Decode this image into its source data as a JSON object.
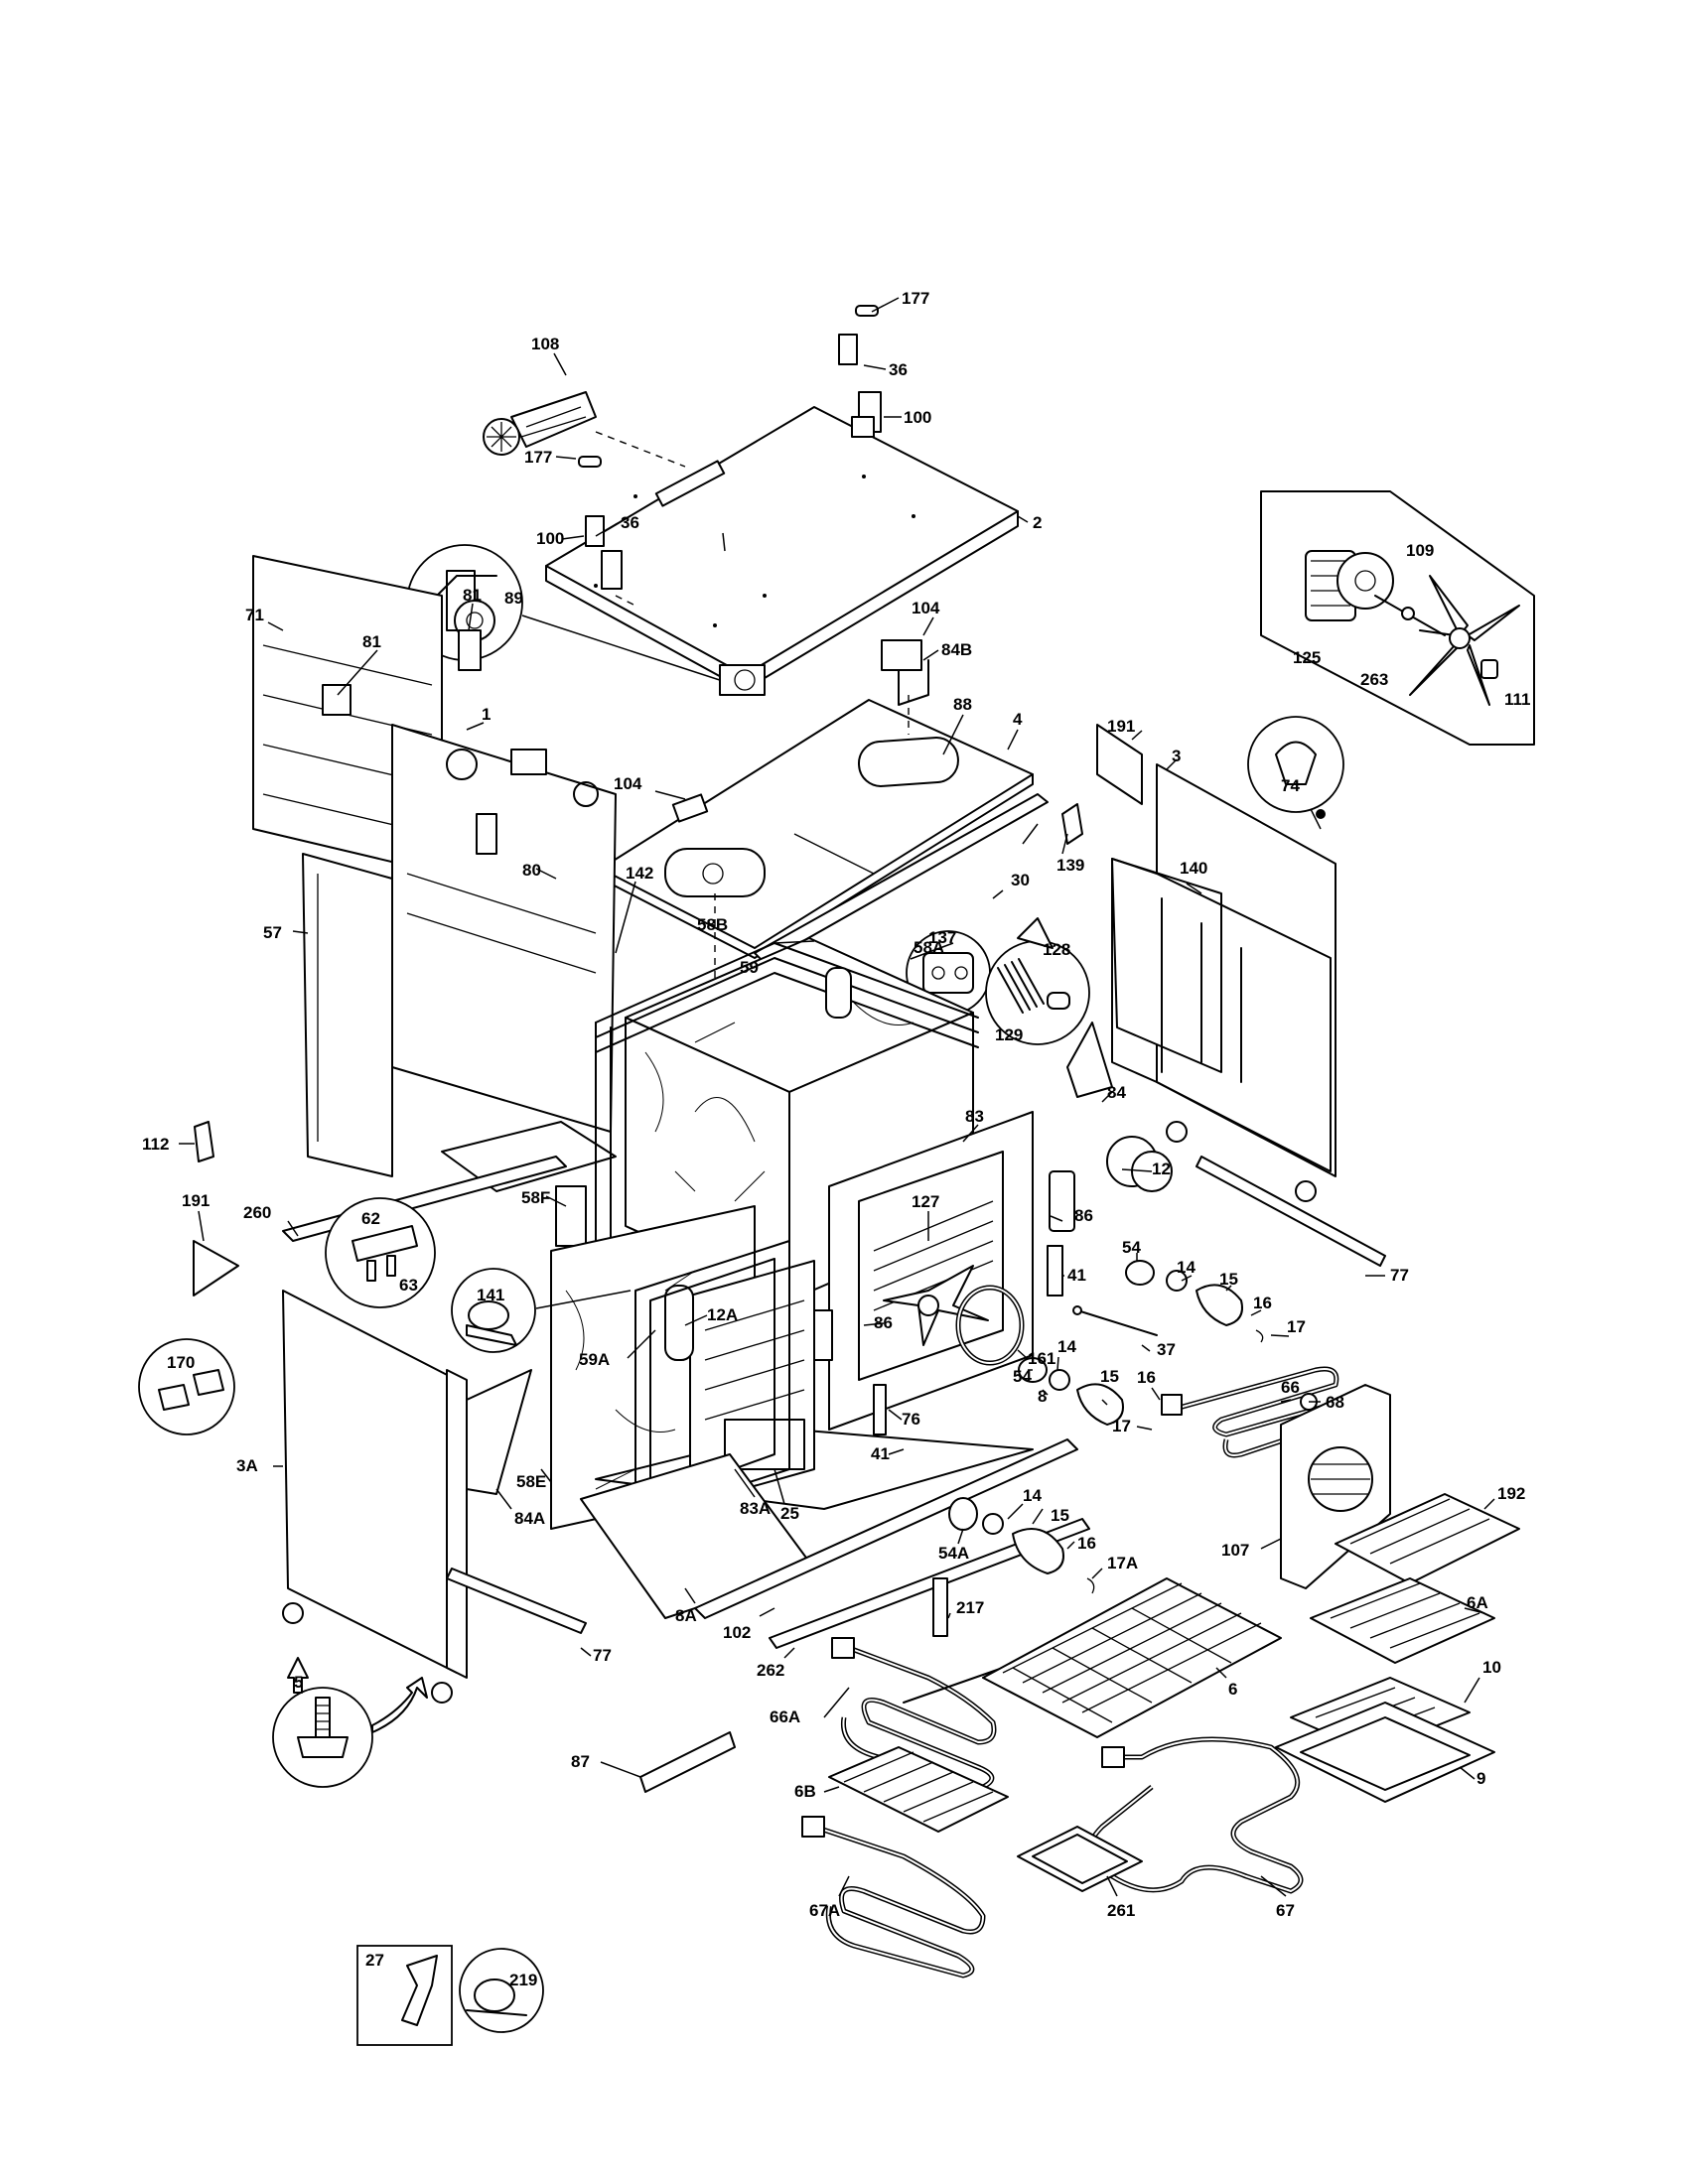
{
  "diagram": {
    "labels": {
      "p177_top": "177",
      "p36_top": "36",
      "p100_top": "100",
      "p108": "108",
      "p177_left": "177",
      "p100_left": "100",
      "p36_left": "36",
      "p2": "2",
      "p89": "89",
      "p104_top": "104",
      "p84B": "84B",
      "p125": "125",
      "p263": "263",
      "p109": "109",
      "p111": "111",
      "p88": "88",
      "p4": "4",
      "p104_left": "104",
      "p191_top": "191",
      "p3": "3",
      "p74": "74",
      "p71": "71",
      "p81_top": "81",
      "p81_mid": "81",
      "p1": "1",
      "p80": "80",
      "p139": "139",
      "p30": "30",
      "p140": "140",
      "p137": "137",
      "p128": "128",
      "p129": "129",
      "p58B": "58B",
      "p142": "142",
      "p59": "59",
      "p58A": "58A",
      "p57": "57",
      "p112": "112",
      "p84": "84",
      "p83": "83",
      "p12": "12",
      "p127": "127",
      "p86_right": "86",
      "p58F": "58F",
      "p191_left": "191",
      "p260": "260",
      "p62": "62",
      "p63": "63",
      "p141": "141",
      "p12A": "12A",
      "p54_top": "54",
      "p14_top": "14",
      "p15_top": "15",
      "p16_top": "16",
      "p17_top": "17",
      "p41_top": "41",
      "p77_right": "77",
      "p161": "161",
      "p86_mid": "86",
      "p59A": "59A",
      "p37": "37",
      "p54_mid": "54",
      "p14_mid": "14",
      "p8": "8",
      "p76": "76",
      "p15_mid": "15",
      "p16_mid": "16",
      "p66": "66",
      "p68": "68",
      "p17_mid": "17",
      "p170": "170",
      "p3A": "3A",
      "p58E": "58E",
      "p84A": "84A",
      "p41_mid": "41",
      "p83A": "83A",
      "p25": "25",
      "p14_low": "14",
      "p15_low": "15",
      "p192": "192",
      "p107": "107",
      "p54A": "54A",
      "p16_low": "16",
      "p17A": "17A",
      "p6A": "6A",
      "p8A": "8A",
      "p102": "102",
      "p217": "217",
      "p262": "262",
      "p10": "10",
      "p77_left": "77",
      "p5": "5",
      "p6": "6",
      "p66A": "66A",
      "p87": "87",
      "p9": "9",
      "p6B": "6B",
      "p27": "27",
      "p219": "219",
      "p67A": "67A",
      "p261": "261",
      "p67": "67"
    }
  }
}
